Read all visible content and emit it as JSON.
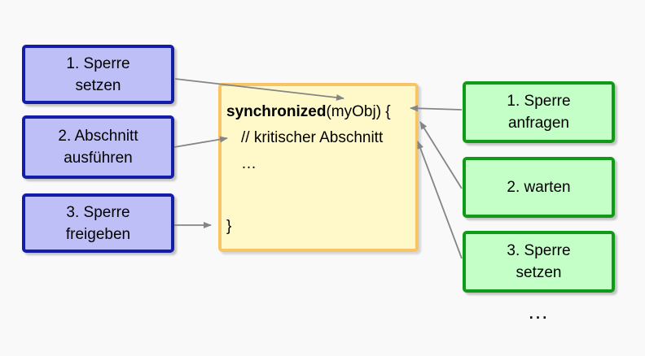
{
  "background_color": "#f9f9f9",
  "arrow_color": "#858585",
  "left_column": {
    "box_fill": "#bfbff7",
    "box_border": "#141da8",
    "steps": [
      {
        "line1": "1. Sperre",
        "line2": "setzen"
      },
      {
        "line1": "2. Abschnitt",
        "line2": "ausführen"
      },
      {
        "line1": "3. Sperre",
        "line2": "freigeben"
      }
    ]
  },
  "code_box": {
    "fill": "#fff9c9",
    "border": "#f8c468",
    "keyword": "synchronized",
    "signature_rest": "(myObj) {",
    "comment_line": "// kritischer Abschnitt",
    "ellipsis_line": "…",
    "closing_brace": "}"
  },
  "right_column": {
    "box_fill": "#c5ffc8",
    "box_border": "#109a18",
    "steps": [
      {
        "line1": "1. Sperre",
        "line2": "anfragen"
      },
      {
        "line1": "2. warten"
      },
      {
        "line1": "3. Sperre",
        "line2": "setzen"
      }
    ],
    "more_indicator": "…"
  }
}
